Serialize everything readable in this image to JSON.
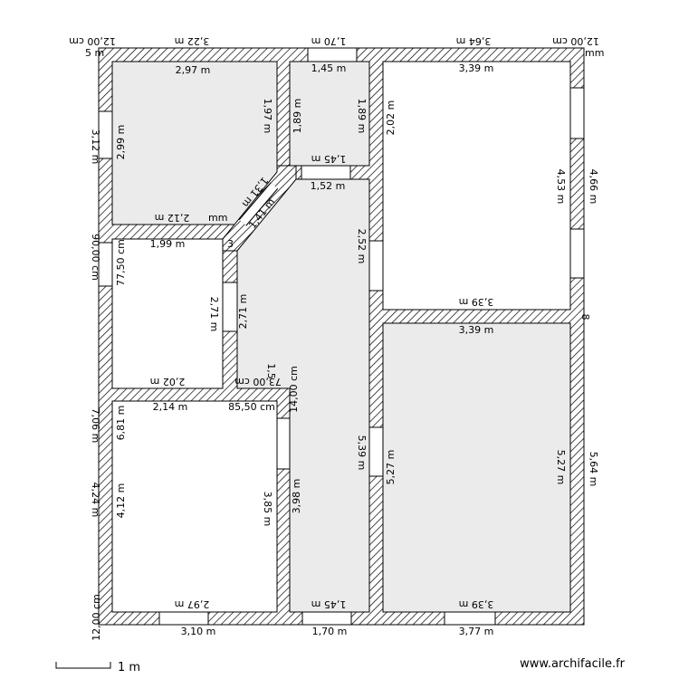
{
  "watermark": "www.archifacile.fr",
  "scale_bar": {
    "label": "1 m"
  },
  "rooms": [
    {
      "id": "room-top-left",
      "labels": [
        "2,97 m",
        "2,99 m",
        "1,97 m",
        "2,12 m"
      ]
    },
    {
      "id": "room-top-center",
      "labels": [
        "1,45 m",
        "1,89 m",
        "1,89 m",
        "1,45 m"
      ]
    },
    {
      "id": "room-top-right",
      "labels": [
        "3,39 m",
        "2,02 m",
        "4,53 m",
        "3,39 m"
      ]
    },
    {
      "id": "room-middle-left",
      "labels": [
        "1,99 m",
        "77,50 cm",
        "2,71 m",
        "2,02 m"
      ]
    },
    {
      "id": "room-bottom-left",
      "labels": [
        "2,14 m",
        "6,81 m",
        "4,12 m",
        "3,85 m",
        "2,97 m"
      ]
    },
    {
      "id": "room-bottom-right",
      "labels": [
        "3,39 m",
        "5,27 m",
        "5,27 m",
        "3,39 m"
      ]
    },
    {
      "id": "corridor",
      "labels": [
        "1,52 m",
        "2,52 m",
        "2,71 m",
        "1,41 m",
        "1,31 m",
        "14,00 cm",
        "85,50 cm",
        "73,00 cm",
        "3,98 m",
        "5,39 m",
        "1,45 m"
      ]
    }
  ],
  "outer_dims": {
    "top": [
      "12,00 cm",
      "3,22 m",
      "1,70 m",
      "3,64 m",
      "12,00 cm"
    ],
    "bottom": [
      "3,10 m",
      "1,70 m",
      "3,77 m"
    ],
    "left": [
      "3,12 m",
      "90,00 cm",
      "7,06 m",
      "4,24 m",
      "12,00 cm"
    ],
    "right": [
      "4,66 m",
      "5,64 m"
    ],
    "corner_marks": [
      "5 m",
      "mm",
      "mm",
      "3",
      "8",
      "1,5"
    ]
  }
}
